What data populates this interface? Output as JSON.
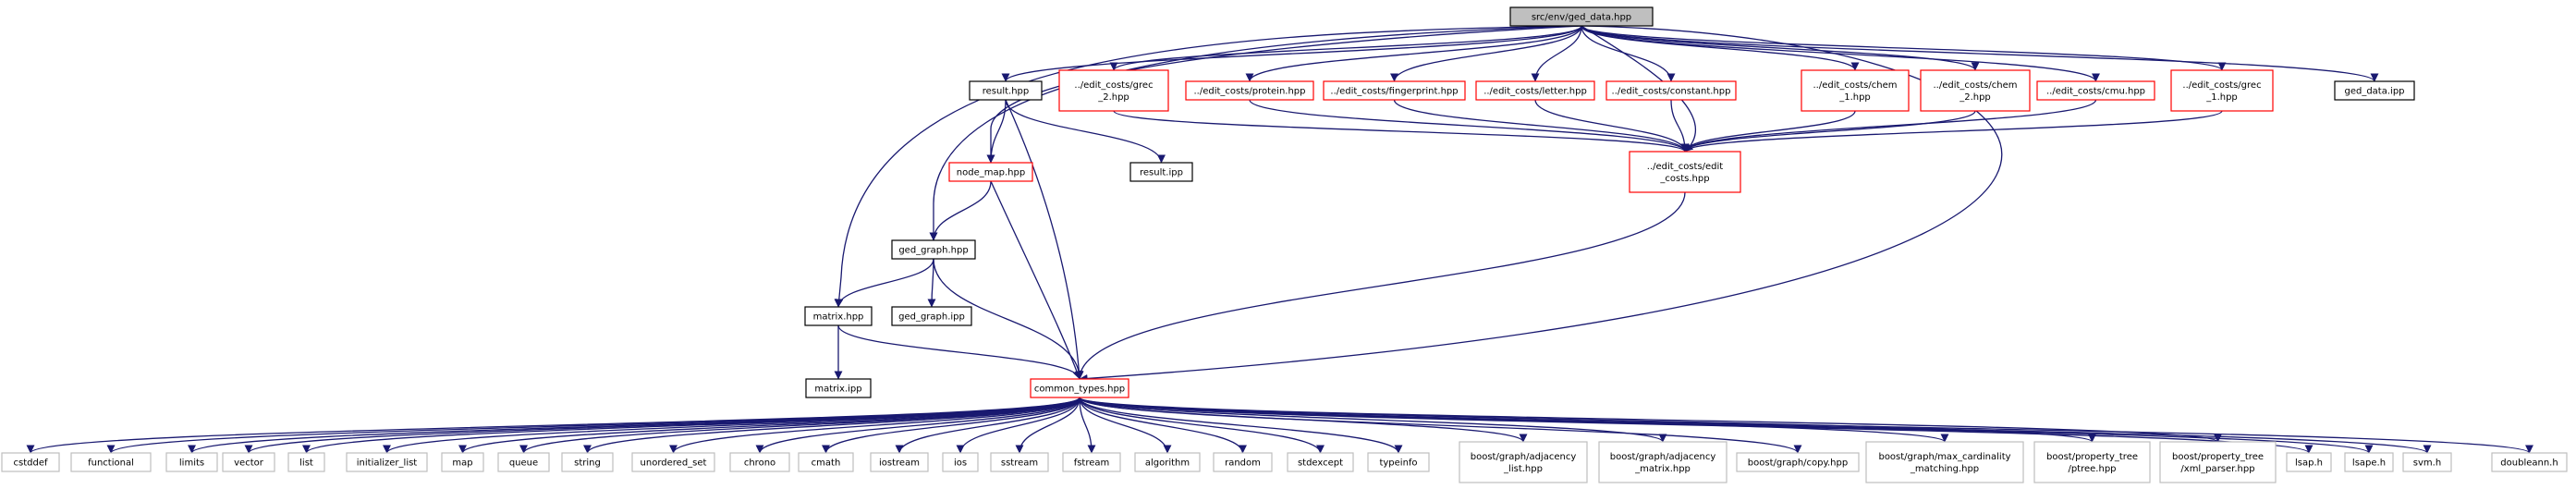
{
  "diagram": {
    "title": "src/env/ged_data.hpp",
    "colors": {
      "edge": "#191970",
      "root_fill": "#bfbfbf",
      "root_border": "#000000",
      "documented_border": "#000000",
      "internal_border": "#ff0000",
      "external_border": "#bfbfbf",
      "node_fill": "#ffffff"
    },
    "nodes": [
      {
        "id": "ged_data",
        "lines": [
          "src/env/ged_data.hpp"
        ],
        "kind": "root"
      },
      {
        "id": "result_hpp",
        "lines": [
          "result.hpp"
        ],
        "kind": "documented"
      },
      {
        "id": "grec2",
        "lines": [
          "../edit_costs/grec",
          "_2.hpp"
        ],
        "kind": "internal"
      },
      {
        "id": "protein",
        "lines": [
          "../edit_costs/protein.hpp"
        ],
        "kind": "internal"
      },
      {
        "id": "fingerprint",
        "lines": [
          "../edit_costs/fingerprint.hpp"
        ],
        "kind": "internal"
      },
      {
        "id": "letter",
        "lines": [
          "../edit_costs/letter.hpp"
        ],
        "kind": "internal"
      },
      {
        "id": "constant",
        "lines": [
          "../edit_costs/constant.hpp"
        ],
        "kind": "internal"
      },
      {
        "id": "chem1",
        "lines": [
          "../edit_costs/chem",
          "_1.hpp"
        ],
        "kind": "internal"
      },
      {
        "id": "chem2",
        "lines": [
          "../edit_costs/chem",
          "_2.hpp"
        ],
        "kind": "internal"
      },
      {
        "id": "cmu",
        "lines": [
          "../edit_costs/cmu.hpp"
        ],
        "kind": "internal"
      },
      {
        "id": "grec1",
        "lines": [
          "../edit_costs/grec",
          "_1.hpp"
        ],
        "kind": "internal"
      },
      {
        "id": "ged_data_ipp",
        "lines": [
          "ged_data.ipp"
        ],
        "kind": "documented"
      },
      {
        "id": "node_map",
        "lines": [
          "node_map.hpp"
        ],
        "kind": "internal"
      },
      {
        "id": "result_ipp",
        "lines": [
          "result.ipp"
        ],
        "kind": "documented"
      },
      {
        "id": "edit_costs",
        "lines": [
          "../edit_costs/edit",
          "_costs.hpp"
        ],
        "kind": "internal"
      },
      {
        "id": "ged_graph",
        "lines": [
          "ged_graph.hpp"
        ],
        "kind": "documented"
      },
      {
        "id": "matrix_hpp",
        "lines": [
          "matrix.hpp"
        ],
        "kind": "documented"
      },
      {
        "id": "ged_graph_ipp",
        "lines": [
          "ged_graph.ipp"
        ],
        "kind": "documented"
      },
      {
        "id": "matrix_ipp",
        "lines": [
          "matrix.ipp"
        ],
        "kind": "documented"
      },
      {
        "id": "common_types",
        "lines": [
          "common_types.hpp"
        ],
        "kind": "internal"
      },
      {
        "id": "cstddef",
        "lines": [
          "cstddef"
        ],
        "kind": "external"
      },
      {
        "id": "functional",
        "lines": [
          "functional"
        ],
        "kind": "external"
      },
      {
        "id": "limits",
        "lines": [
          "limits"
        ],
        "kind": "external"
      },
      {
        "id": "vector",
        "lines": [
          "vector"
        ],
        "kind": "external"
      },
      {
        "id": "list",
        "lines": [
          "list"
        ],
        "kind": "external"
      },
      {
        "id": "initializer_list",
        "lines": [
          "initializer_list"
        ],
        "kind": "external"
      },
      {
        "id": "map",
        "lines": [
          "map"
        ],
        "kind": "external"
      },
      {
        "id": "queue",
        "lines": [
          "queue"
        ],
        "kind": "external"
      },
      {
        "id": "string",
        "lines": [
          "string"
        ],
        "kind": "external"
      },
      {
        "id": "unordered_set",
        "lines": [
          "unordered_set"
        ],
        "kind": "external"
      },
      {
        "id": "chrono",
        "lines": [
          "chrono"
        ],
        "kind": "external"
      },
      {
        "id": "cmath",
        "lines": [
          "cmath"
        ],
        "kind": "external"
      },
      {
        "id": "iostream",
        "lines": [
          "iostream"
        ],
        "kind": "external"
      },
      {
        "id": "ios",
        "lines": [
          "ios"
        ],
        "kind": "external"
      },
      {
        "id": "sstream",
        "lines": [
          "sstream"
        ],
        "kind": "external"
      },
      {
        "id": "fstream",
        "lines": [
          "fstream"
        ],
        "kind": "external"
      },
      {
        "id": "algorithm",
        "lines": [
          "algorithm"
        ],
        "kind": "external"
      },
      {
        "id": "random",
        "lines": [
          "random"
        ],
        "kind": "external"
      },
      {
        "id": "stdexcept",
        "lines": [
          "stdexcept"
        ],
        "kind": "external"
      },
      {
        "id": "typeinfo",
        "lines": [
          "typeinfo"
        ],
        "kind": "external"
      },
      {
        "id": "adj_list",
        "lines": [
          "boost/graph/adjacency",
          "_list.hpp"
        ],
        "kind": "external"
      },
      {
        "id": "adj_matrix",
        "lines": [
          "boost/graph/adjacency",
          "_matrix.hpp"
        ],
        "kind": "external"
      },
      {
        "id": "copy",
        "lines": [
          "boost/graph/copy.hpp"
        ],
        "kind": "external"
      },
      {
        "id": "max_card",
        "lines": [
          "boost/graph/max_cardinality",
          "_matching.hpp"
        ],
        "kind": "external"
      },
      {
        "id": "ptree",
        "lines": [
          "boost/property_tree",
          "/ptree.hpp"
        ],
        "kind": "external"
      },
      {
        "id": "xml_parser",
        "lines": [
          "boost/property_tree",
          "/xml_parser.hpp"
        ],
        "kind": "external"
      },
      {
        "id": "lsap_h",
        "lines": [
          "lsap.h"
        ],
        "kind": "external"
      },
      {
        "id": "lsape_h",
        "lines": [
          "lsape.h"
        ],
        "kind": "external"
      },
      {
        "id": "svm_h",
        "lines": [
          "svm.h"
        ],
        "kind": "external"
      },
      {
        "id": "doubleann_h",
        "lines": [
          "doubleann.h"
        ],
        "kind": "external"
      }
    ],
    "edges": [
      [
        "ged_data",
        "result_hpp"
      ],
      [
        "ged_data",
        "grec2"
      ],
      [
        "ged_data",
        "protein"
      ],
      [
        "ged_data",
        "fingerprint"
      ],
      [
        "ged_data",
        "letter"
      ],
      [
        "ged_data",
        "constant"
      ],
      [
        "ged_data",
        "chem1"
      ],
      [
        "ged_data",
        "chem2"
      ],
      [
        "ged_data",
        "cmu"
      ],
      [
        "ged_data",
        "grec1"
      ],
      [
        "ged_data",
        "ged_data_ipp"
      ],
      [
        "ged_data",
        "node_map"
      ],
      [
        "ged_data",
        "ged_graph"
      ],
      [
        "ged_data",
        "matrix_hpp"
      ],
      [
        "ged_data",
        "edit_costs"
      ],
      [
        "ged_data",
        "common_types"
      ],
      [
        "result_hpp",
        "node_map"
      ],
      [
        "result_hpp",
        "result_ipp"
      ],
      [
        "result_hpp",
        "common_types"
      ],
      [
        "grec2",
        "edit_costs"
      ],
      [
        "protein",
        "edit_costs"
      ],
      [
        "fingerprint",
        "edit_costs"
      ],
      [
        "letter",
        "edit_costs"
      ],
      [
        "constant",
        "edit_costs"
      ],
      [
        "chem1",
        "edit_costs"
      ],
      [
        "chem2",
        "edit_costs"
      ],
      [
        "cmu",
        "edit_costs"
      ],
      [
        "grec1",
        "edit_costs"
      ],
      [
        "node_map",
        "ged_graph"
      ],
      [
        "node_map",
        "common_types"
      ],
      [
        "edit_costs",
        "common_types"
      ],
      [
        "ged_graph",
        "matrix_hpp"
      ],
      [
        "ged_graph",
        "ged_graph_ipp"
      ],
      [
        "ged_graph",
        "common_types"
      ],
      [
        "matrix_hpp",
        "matrix_ipp"
      ],
      [
        "matrix_hpp",
        "common_types"
      ],
      [
        "common_types",
        "cstddef"
      ],
      [
        "common_types",
        "functional"
      ],
      [
        "common_types",
        "limits"
      ],
      [
        "common_types",
        "vector"
      ],
      [
        "common_types",
        "list"
      ],
      [
        "common_types",
        "initializer_list"
      ],
      [
        "common_types",
        "map"
      ],
      [
        "common_types",
        "queue"
      ],
      [
        "common_types",
        "string"
      ],
      [
        "common_types",
        "unordered_set"
      ],
      [
        "common_types",
        "chrono"
      ],
      [
        "common_types",
        "cmath"
      ],
      [
        "common_types",
        "iostream"
      ],
      [
        "common_types",
        "ios"
      ],
      [
        "common_types",
        "sstream"
      ],
      [
        "common_types",
        "fstream"
      ],
      [
        "common_types",
        "algorithm"
      ],
      [
        "common_types",
        "random"
      ],
      [
        "common_types",
        "stdexcept"
      ],
      [
        "common_types",
        "typeinfo"
      ],
      [
        "common_types",
        "adj_list"
      ],
      [
        "common_types",
        "adj_matrix"
      ],
      [
        "common_types",
        "copy"
      ],
      [
        "common_types",
        "max_card"
      ],
      [
        "common_types",
        "ptree"
      ],
      [
        "common_types",
        "xml_parser"
      ],
      [
        "common_types",
        "lsap_h"
      ],
      [
        "common_types",
        "lsape_h"
      ],
      [
        "common_types",
        "svm_h"
      ],
      [
        "common_types",
        "doubleann_h"
      ]
    ]
  }
}
